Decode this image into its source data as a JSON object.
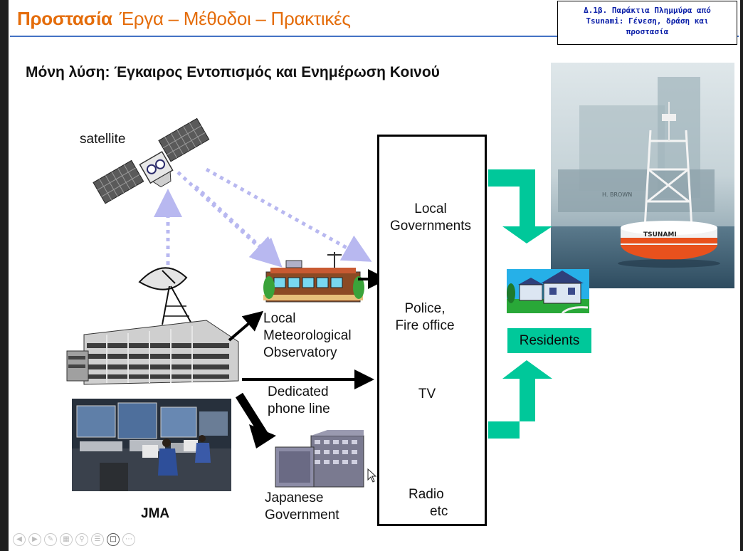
{
  "slide": {
    "title_main": "Προστασία",
    "title_rest": "Έργα – Μέθοδοι – Πρακτικές",
    "header_box": {
      "line1": "Δ.1β. Παράκτια Πλημμύρα από",
      "line2": "Tsunami: Γένεση, δράση και",
      "line3": "προστασία"
    },
    "subtitle": "Μόνη λύση: Έγκαιρος Εντοπισμός και Ενημέρωση Κοινού"
  },
  "diagram": {
    "satellite_label": "satellite",
    "jma_label": "JMA",
    "observatory_label": [
      "Local",
      "Meteorological",
      "Observatory"
    ],
    "phone_label": [
      "Dedicated",
      "phone line"
    ],
    "gov_label": [
      "Japanese",
      "Government"
    ],
    "media": {
      "local_gov": [
        "Local",
        "Governments"
      ],
      "police": [
        "Police,",
        "Fire office"
      ],
      "tv": "TV",
      "radio": [
        "Radio",
        "etc"
      ]
    },
    "residents_label": "Residents",
    "buoy_text": "TSUNAMI",
    "ship_text": "H. BROWN"
  },
  "toolbar": {
    "buttons": [
      "back-icon",
      "forward-icon",
      "pen-icon",
      "slides-icon",
      "zoom-icon",
      "menu-icon",
      "camera-icon",
      "more-icon"
    ]
  },
  "colors": {
    "title": "#e46c0a",
    "header_text": "#0b1fa8",
    "arrow_green": "#00c89a",
    "dotted_arrow": "#b8b8f0"
  }
}
